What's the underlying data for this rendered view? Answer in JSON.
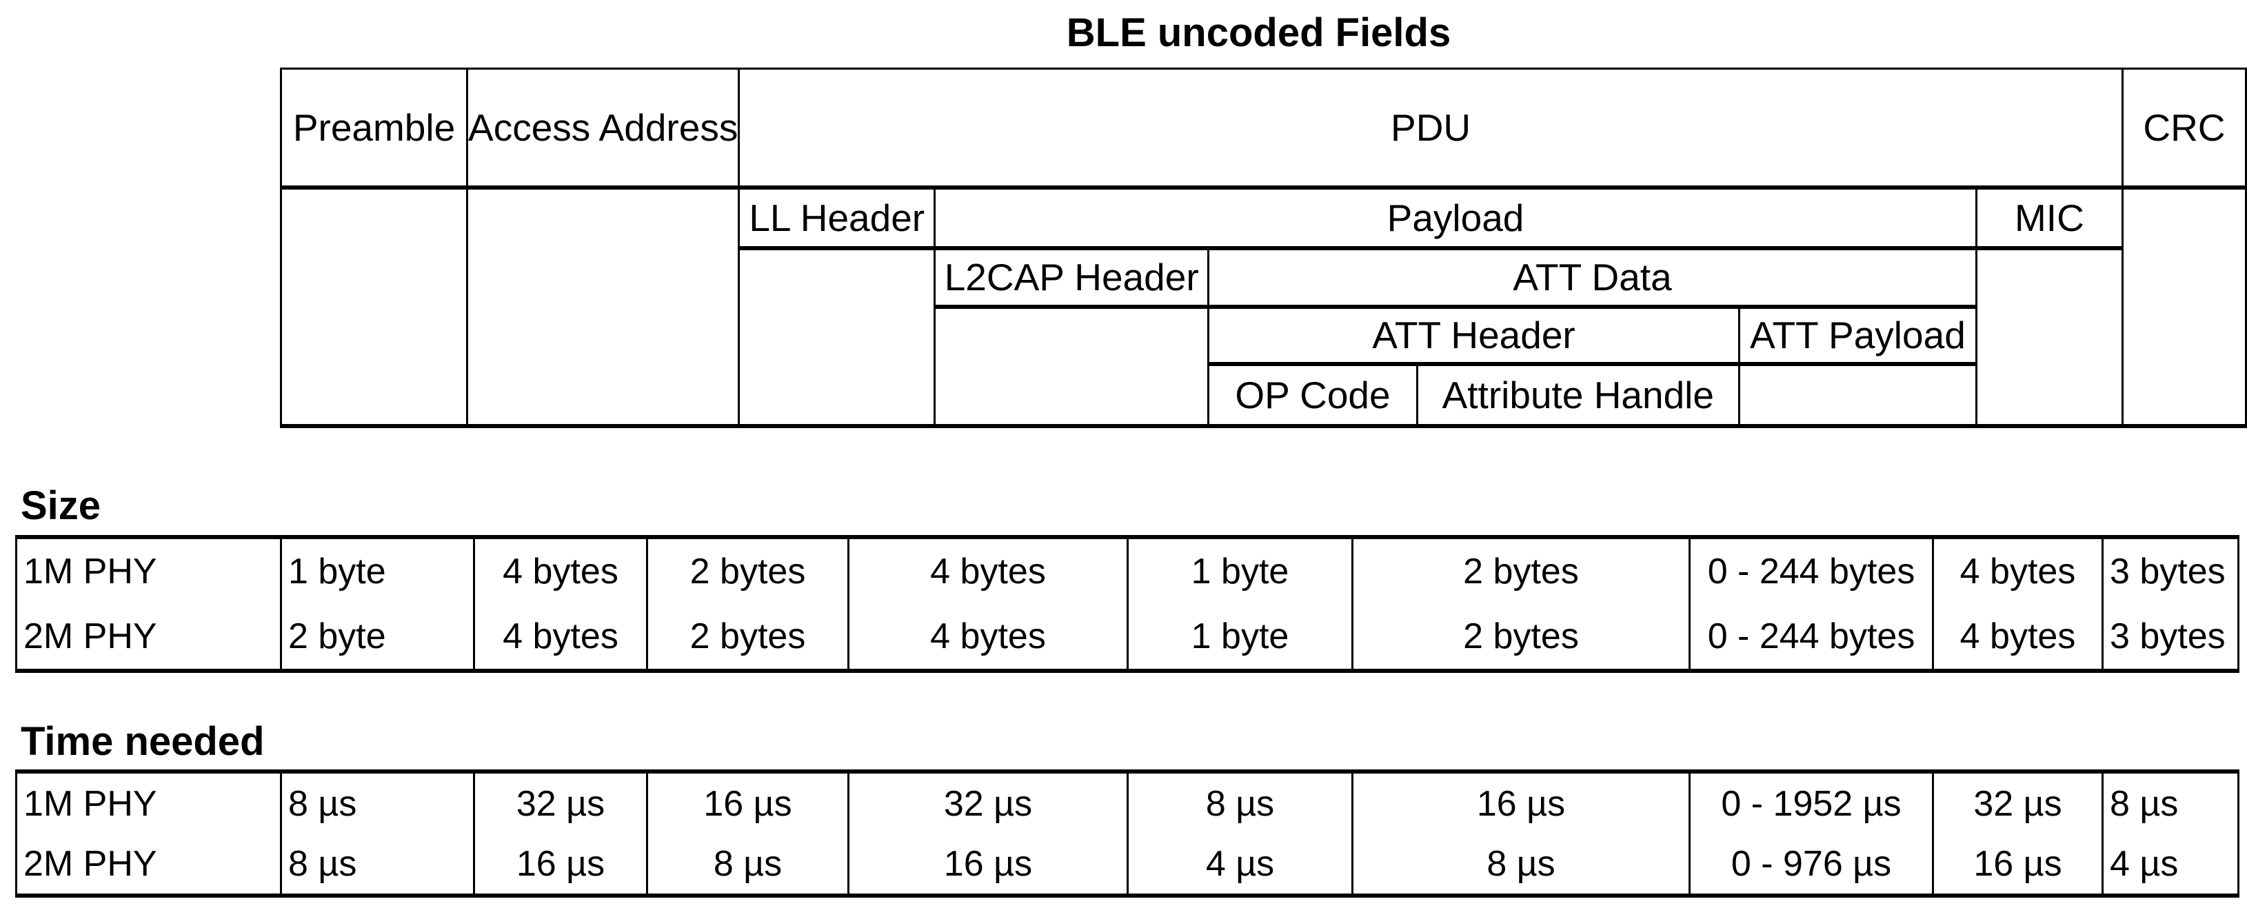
{
  "title": "BLE uncoded Fields",
  "fields": {
    "preamble": "Preamble",
    "access_address": "Access Address",
    "pdu": "PDU",
    "crc": "CRC",
    "ll_header": "LL Header",
    "payload": "Payload",
    "mic": "MIC",
    "l2cap_header": "L2CAP Header",
    "att_data": "ATT Data",
    "att_header": "ATT Header",
    "att_payload": "ATT Payload",
    "op_code": "OP Code",
    "attribute_handle": "Attribute Handle"
  },
  "size": {
    "label": "Size",
    "rows": [
      {
        "phy": "1M PHY",
        "values": [
          "1 byte",
          "4 bytes",
          "2 bytes",
          "4 bytes",
          "1 byte",
          "2 bytes",
          "0 - 244 bytes",
          "4 bytes",
          "3 bytes"
        ]
      },
      {
        "phy": "2M PHY",
        "values": [
          "2 byte",
          "4 bytes",
          "2 bytes",
          "4 bytes",
          "1 byte",
          "2 bytes",
          "0 - 244 bytes",
          "4 bytes",
          "3 bytes"
        ]
      }
    ]
  },
  "time": {
    "label": "Time needed",
    "rows": [
      {
        "phy": "1M PHY",
        "values": [
          "8 µs",
          "32 µs",
          "16 µs",
          "32 µs",
          "8 µs",
          "16 µs",
          "0 - 1952 µs",
          "32 µs",
          "8 µs"
        ]
      },
      {
        "phy": "2M PHY",
        "values": [
          "8 µs",
          "16 µs",
          "8 µs",
          "16 µs",
          "4 µs",
          "8 µs",
          "0 - 976 µs",
          "16 µs",
          "4 µs"
        ]
      }
    ]
  },
  "colors": {
    "line": "#000000",
    "background": "#ffffff",
    "text": "#000000"
  }
}
